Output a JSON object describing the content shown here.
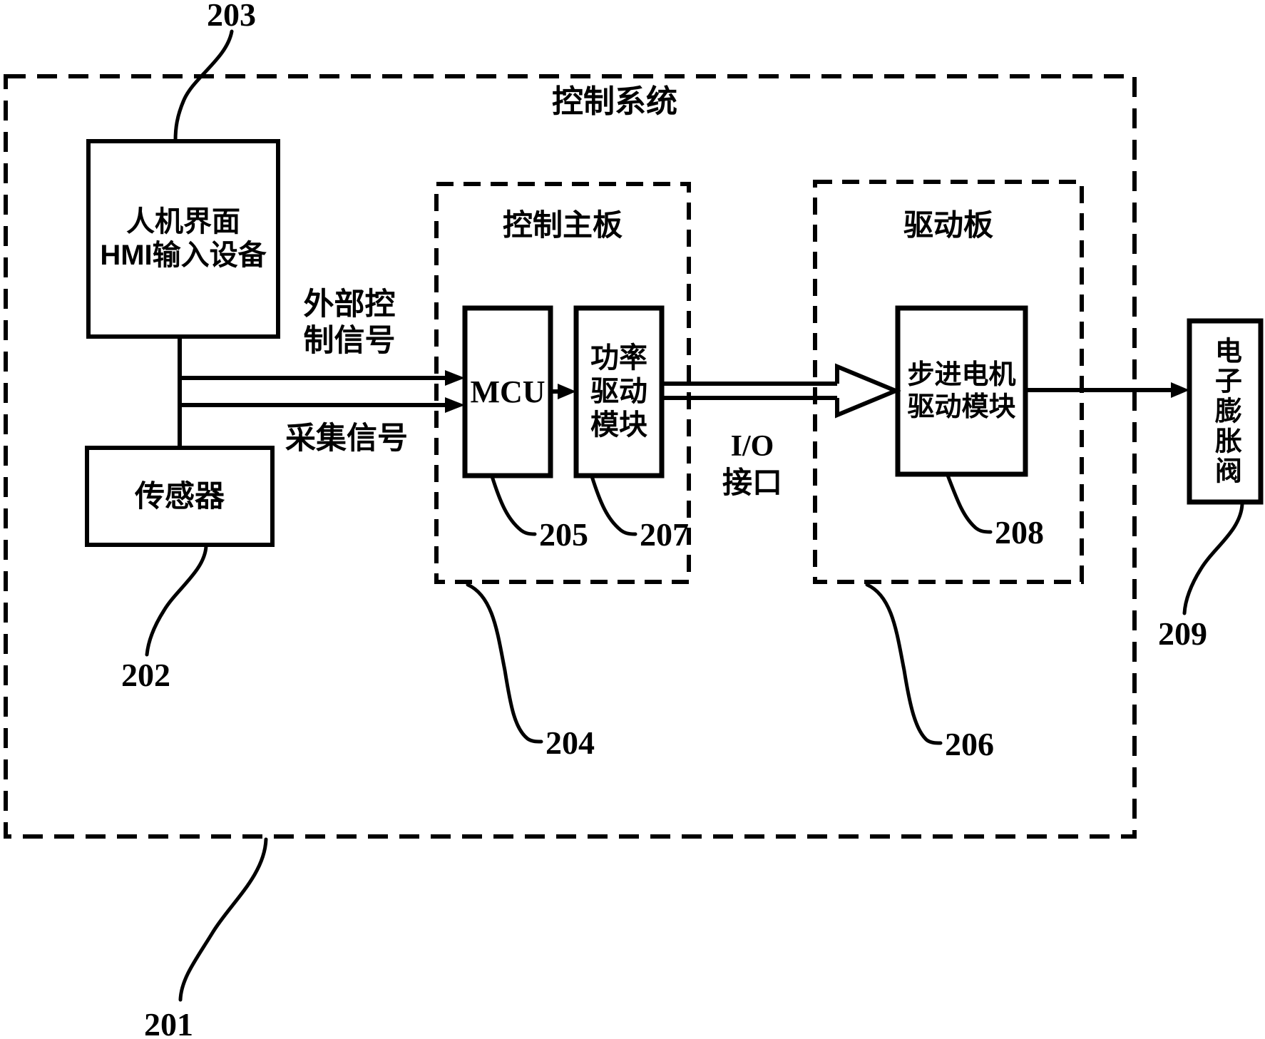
{
  "figure": {
    "system_label": "控制系统",
    "blocks": {
      "hmi": {
        "line1": "人机界面",
        "line2": "HMI输入设备"
      },
      "sensor": "传感器",
      "control_board": "控制主板",
      "mcu": "MCU",
      "power_module": {
        "line1": "功率",
        "line2": "驱动",
        "line3": "模块"
      },
      "driver_board": "驱动板",
      "stepper_module": {
        "line1": "步进电机",
        "line2": "驱动模块"
      },
      "valve": "电子膨胀阀"
    },
    "signals": {
      "external_control": {
        "line1": "外部控",
        "line2": "制信号"
      },
      "collect": "采集信号",
      "io": {
        "line1": "I/O",
        "line2": "接口"
      }
    },
    "refs": {
      "r201": "201",
      "r202": "202",
      "r203": "203",
      "r204": "204",
      "r205": "205",
      "r206": "206",
      "r207": "207",
      "r208": "208",
      "r209": "209"
    },
    "colors": {
      "ink": "#000000",
      "background": "#ffffff"
    }
  }
}
